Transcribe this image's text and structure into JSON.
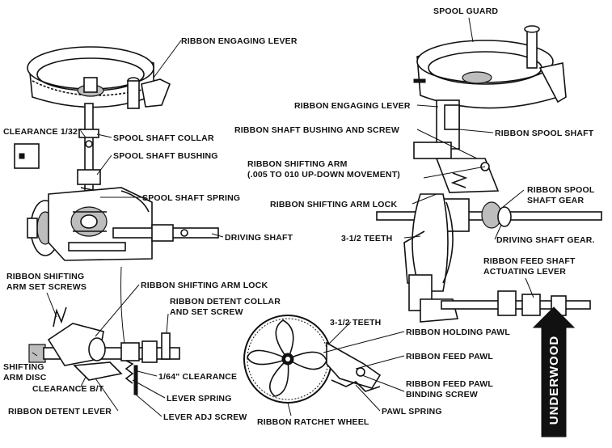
{
  "labels": {
    "spool_guard": "SPOOL GUARD",
    "ribbon_engaging_lever_left": "RIBBON ENGAGING LEVER",
    "clearance_1_32": "CLEARANCE 1/32\"",
    "spool_shaft_collar": "SPOOL SHAFT COLLAR",
    "spool_shaft_bushing": "SPOOL SHAFT BUSHING",
    "spool_shaft_spring": "SPOOL SHAFT SPRING",
    "driving_shaft_left": "DRIVING SHAFT",
    "ribbon_shifting_arm_set_screws_1": "RIBBON SHIFTING",
    "ribbon_shifting_arm_set_screws_2": "ARM SET SCREWS",
    "ribbon_shifting_arm_lock_left": "RIBBON SHIFTING ARM LOCK",
    "ribbon_detent_collar_1": "RIBBON DETENT COLLAR",
    "ribbon_detent_collar_2": "AND SET SCREW",
    "shifting_arm_disc_1": "SHIFTING",
    "shifting_arm_disc_2": "ARM DISC",
    "clearance_1_64": "1/64\" CLEARANCE",
    "clearance_bt": "CLEARANCE B/T",
    "lever_spring": "LEVER SPRING",
    "ribbon_detent_lever": "RIBBON DETENT LEVER",
    "lever_adj_screw": "LEVER ADJ SCREW",
    "ribbon_engaging_lever_right": "RIBBON ENGAGING LEVER",
    "ribbon_shaft_bushing_and_screw": "RIBBON SHAFT BUSHING AND SCREW",
    "ribbon_spool_shaft": "RIBBON SPOOL SHAFT",
    "ribbon_shifting_arm_1": "RIBBON SHIFTING ARM",
    "ribbon_shifting_arm_2": "(.005 TO 010 UP-DOWN MOVEMENT)",
    "ribbon_shifting_arm_lock_right": "RIBBON SHIFTING ARM LOCK",
    "ribbon_spool_shaft_gear_1": "RIBBON SPOOL",
    "ribbon_spool_shaft_gear_2": "SHAFT GEAR",
    "teeth_right": "3-1/2 TEETH",
    "driving_shaft_gear": "DRIVING SHAFT GEAR.",
    "ribbon_feed_shaft_1": "RIBBON FEED SHAFT",
    "ribbon_feed_shaft_2": "ACTUATING LEVER",
    "teeth_bottom": "3-1/2 TEETH",
    "ribbon_holding_pawl": "RIBBON HOLDING PAWL",
    "ribbon_feed_pawl": "RIBBON FEED PAWL",
    "ribbon_feed_pawl_binding_1": "RIBBON FEED PAWL",
    "ribbon_feed_pawl_binding_2": "BINDING SCREW",
    "pawl_spring": "PAWL SPRING",
    "ribbon_ratchet_wheel": "RIBBON RATCHET WHEEL"
  },
  "brand": "UNDERWOOD"
}
